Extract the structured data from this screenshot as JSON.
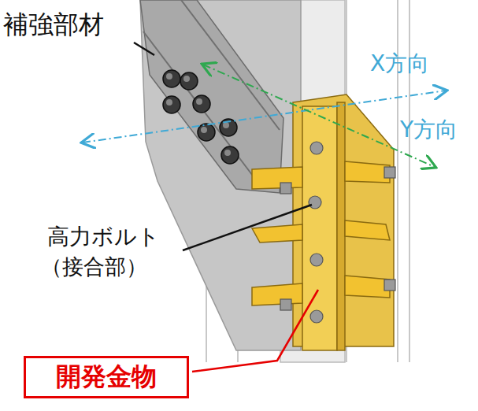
{
  "diagram": {
    "nodes": [
      {
        "text": [
          "開発金物"
        ]
      }
    ],
    "labels": [
      "補強部材",
      "X方向",
      "Y方向",
      "高力ボルト",
      "（接合部）"
    ]
  }
}
